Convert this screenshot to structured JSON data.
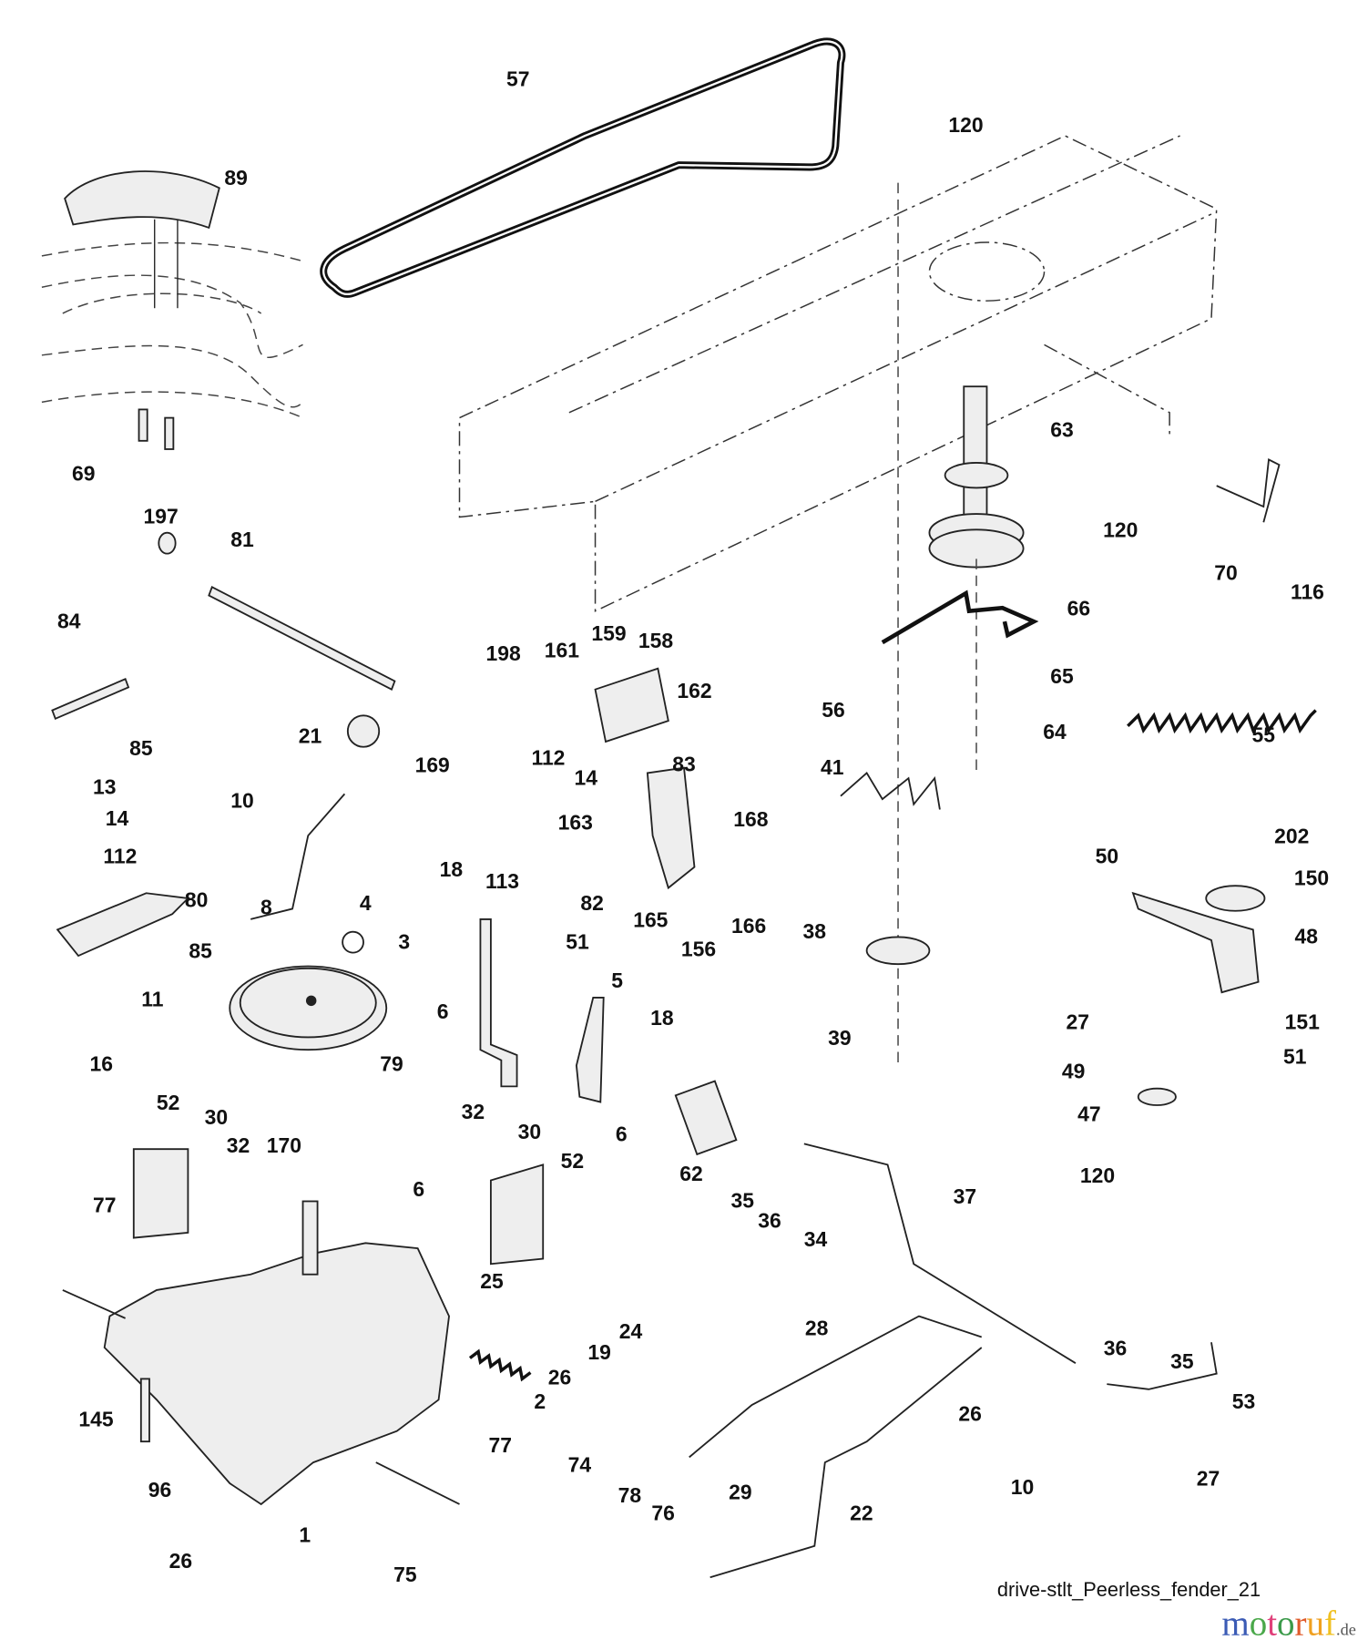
{
  "diagram": {
    "caption": "drive-stlt_Peerless_fender_21",
    "logo": {
      "text": "motoruf",
      "suffix": ".de",
      "colors": [
        "#3b5bb5",
        "#4aa84a",
        "#e0407a",
        "#3b9a4a",
        "#e05a2a",
        "#f0a020",
        "#f0c020"
      ]
    },
    "labels": [
      "57",
      "120",
      "89",
      "69",
      "63",
      "120",
      "70",
      "116",
      "197",
      "81",
      "84",
      "198",
      "161",
      "159",
      "158",
      "162",
      "66",
      "65",
      "56",
      "64",
      "55",
      "85",
      "21",
      "169",
      "112",
      "14",
      "83",
      "41",
      "13",
      "10",
      "163",
      "168",
      "14",
      "112",
      "18",
      "113",
      "50",
      "202",
      "80",
      "8",
      "4",
      "82",
      "165",
      "166",
      "150",
      "38",
      "85",
      "3",
      "51",
      "156",
      "48",
      "11",
      "5",
      "18",
      "6",
      "27",
      "151",
      "39",
      "79",
      "16",
      "49",
      "51",
      "52",
      "30",
      "32",
      "6",
      "62",
      "47",
      "32",
      "170",
      "30",
      "52",
      "35",
      "36",
      "34",
      "120",
      "37",
      "77",
      "6",
      "25",
      "24",
      "19",
      "28",
      "36",
      "35",
      "53",
      "26",
      "2",
      "145",
      "26",
      "77",
      "74",
      "29",
      "96",
      "78",
      "76",
      "22",
      "10",
      "27",
      "1",
      "26",
      "75"
    ]
  }
}
